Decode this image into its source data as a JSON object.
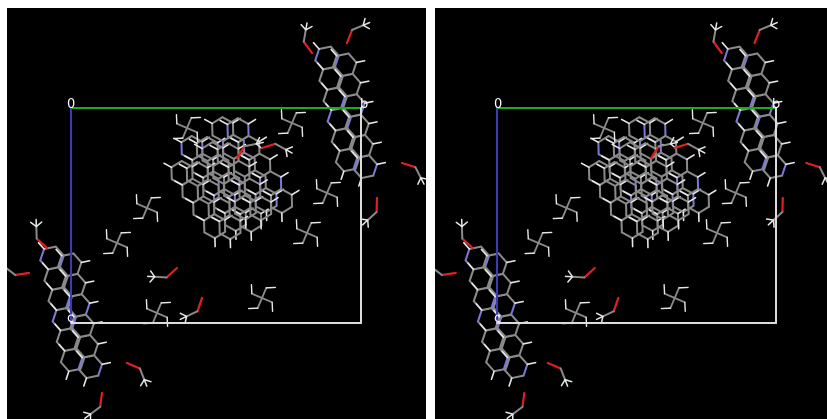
{
  "viewer": {
    "colors": {
      "background": "#000000",
      "carbon": "#8a8a8a",
      "hydrogen": "#e8e8e8",
      "oxygen": "#e02020",
      "nitrogen": "#7a7ad8",
      "cell_a_axis": "#21a821",
      "cell_b_axis": "#3b3bb8",
      "cell_edges": "#dcdcdc"
    },
    "panels": [
      {
        "name": "left",
        "labels": {
          "origin": "0",
          "b": "b",
          "c": "c"
        }
      },
      {
        "name": "right",
        "labels": {
          "origin": "0",
          "b": "b",
          "c": "c"
        }
      }
    ]
  }
}
